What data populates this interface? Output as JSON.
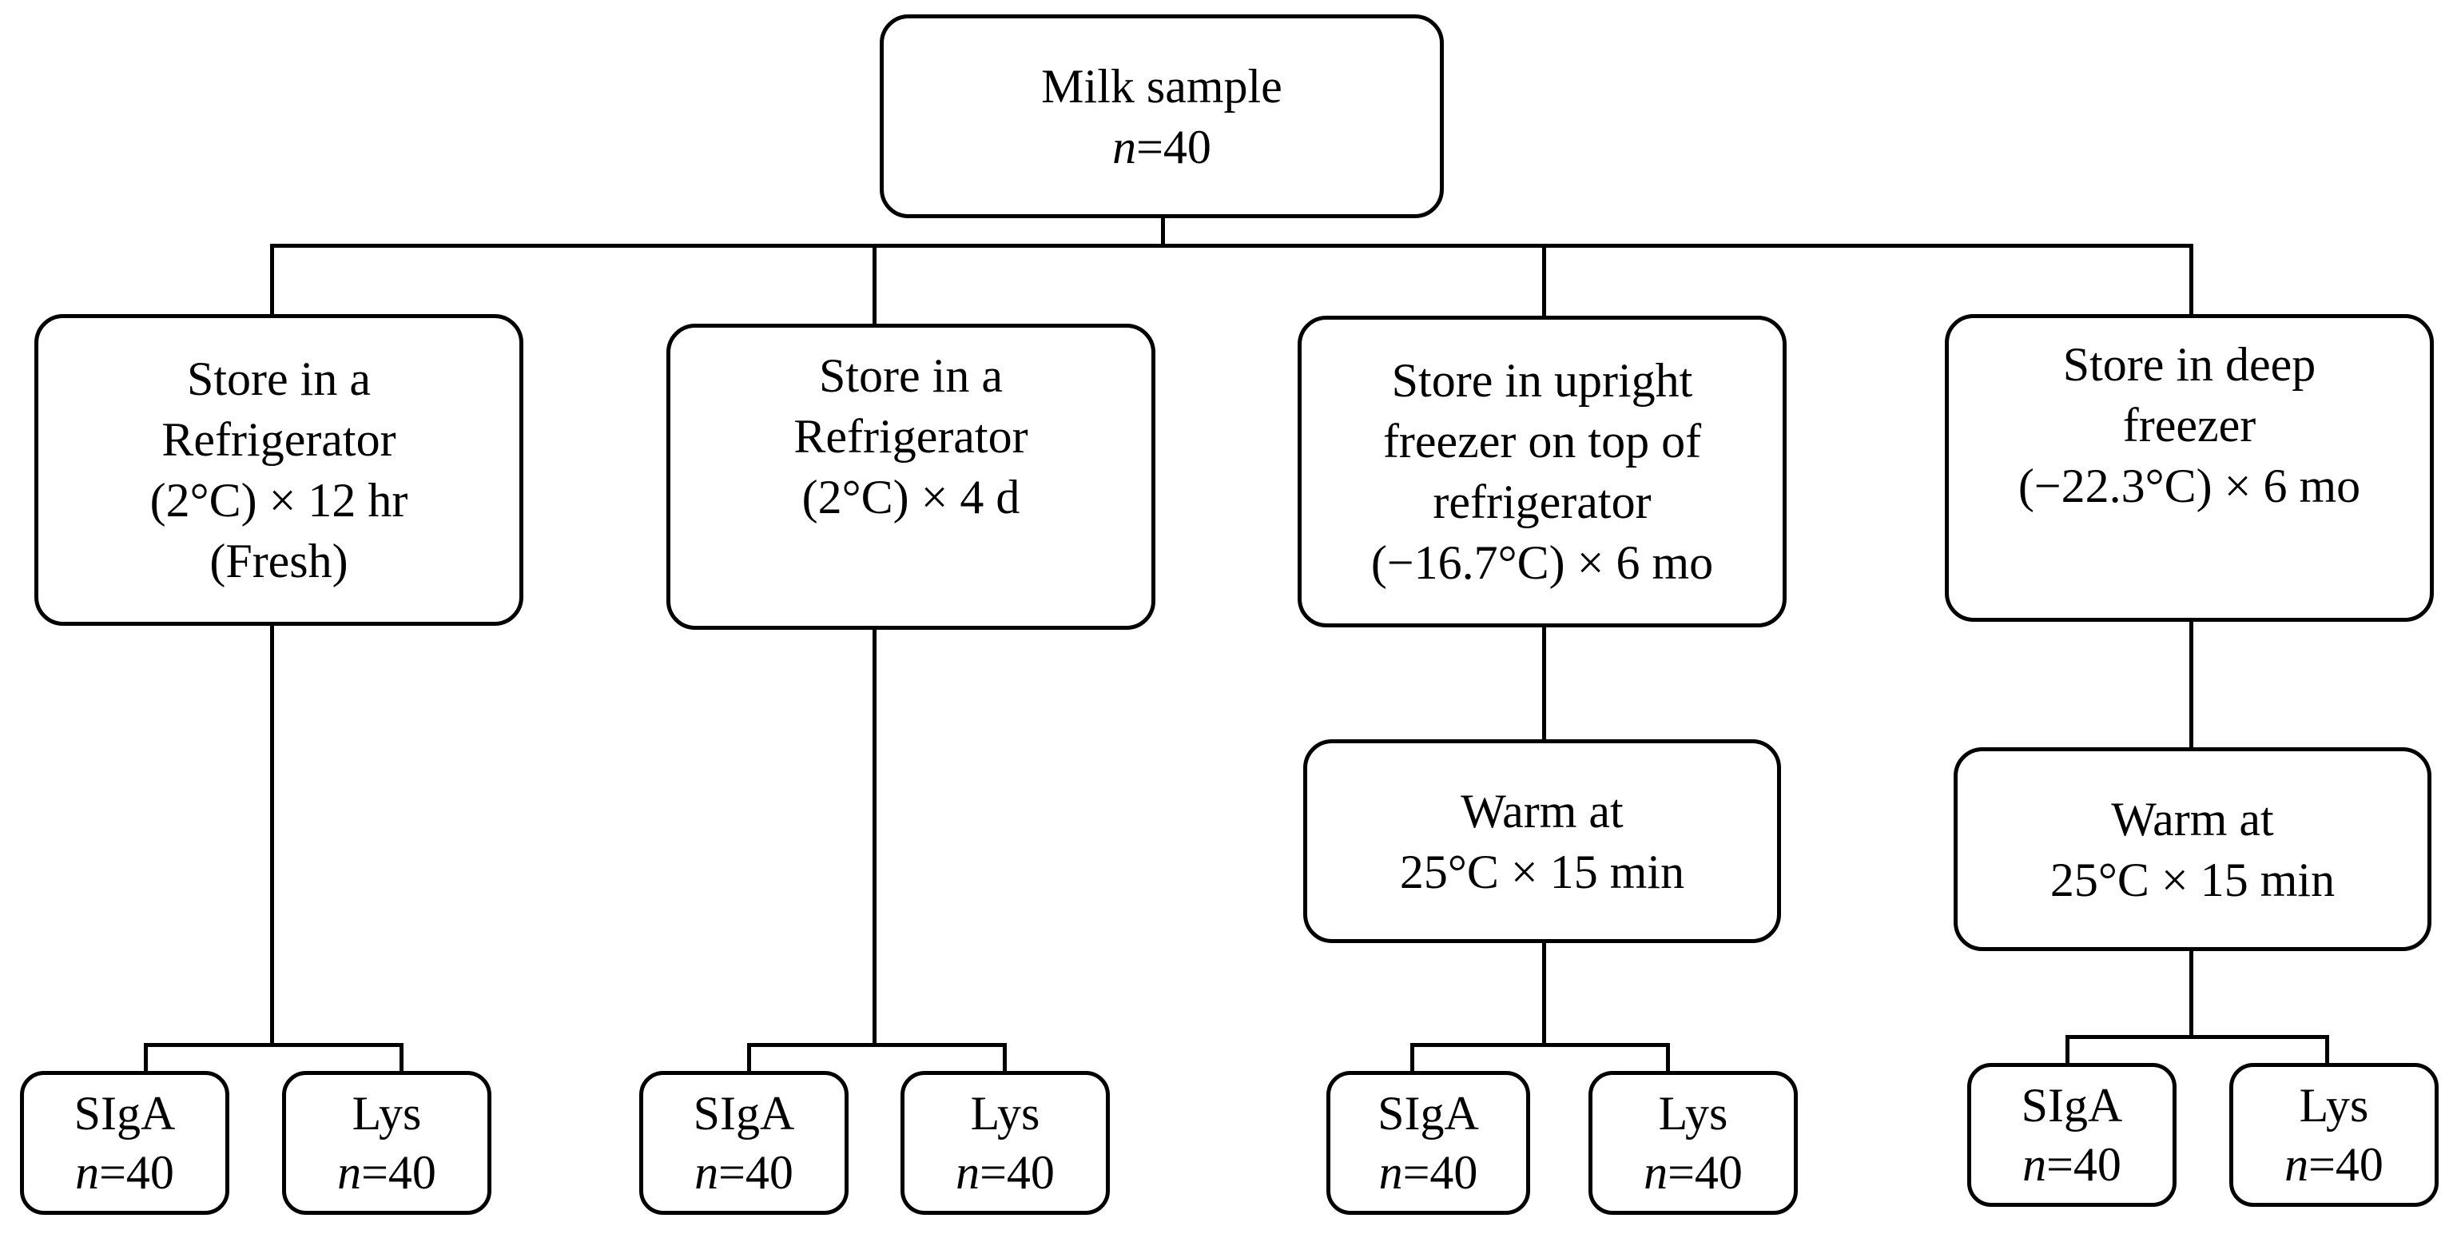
{
  "root": {
    "title": "Milk sample",
    "n_var": "n",
    "n_val": "=40"
  },
  "branches": [
    {
      "store_lines": [
        "Store in a",
        "Refrigerator",
        "(2°C) × 12 hr",
        "(Fresh)"
      ],
      "leaves": [
        {
          "label": "SIgA",
          "n_var": "n",
          "n_val": "=40"
        },
        {
          "label": "Lys",
          "n_var": "n",
          "n_val": "=40"
        }
      ]
    },
    {
      "store_lines": [
        "Store in a",
        "Refrigerator",
        "(2°C) × 4 d"
      ],
      "leaves": [
        {
          "label": "SIgA",
          "n_var": "n",
          "n_val": "=40"
        },
        {
          "label": "Lys",
          "n_var": "n",
          "n_val": "=40"
        }
      ]
    },
    {
      "store_lines": [
        "Store in upright",
        "freezer on top of",
        "refrigerator",
        "(−16.7°C) × 6 mo"
      ],
      "warm_lines": [
        "Warm at",
        "25°C × 15 min"
      ],
      "leaves": [
        {
          "label": "SIgA",
          "n_var": "n",
          "n_val": "=40"
        },
        {
          "label": "Lys",
          "n_var": "n",
          "n_val": "=40"
        }
      ]
    },
    {
      "store_lines": [
        "Store in deep",
        "freezer",
        "(−22.3°C) × 6 mo"
      ],
      "warm_lines": [
        "Warm at",
        "25°C × 15 min"
      ],
      "leaves": [
        {
          "label": "SIgA",
          "n_var": "n",
          "n_val": "=40"
        },
        {
          "label": "Lys",
          "n_var": "n",
          "n_val": "=40"
        }
      ]
    }
  ]
}
